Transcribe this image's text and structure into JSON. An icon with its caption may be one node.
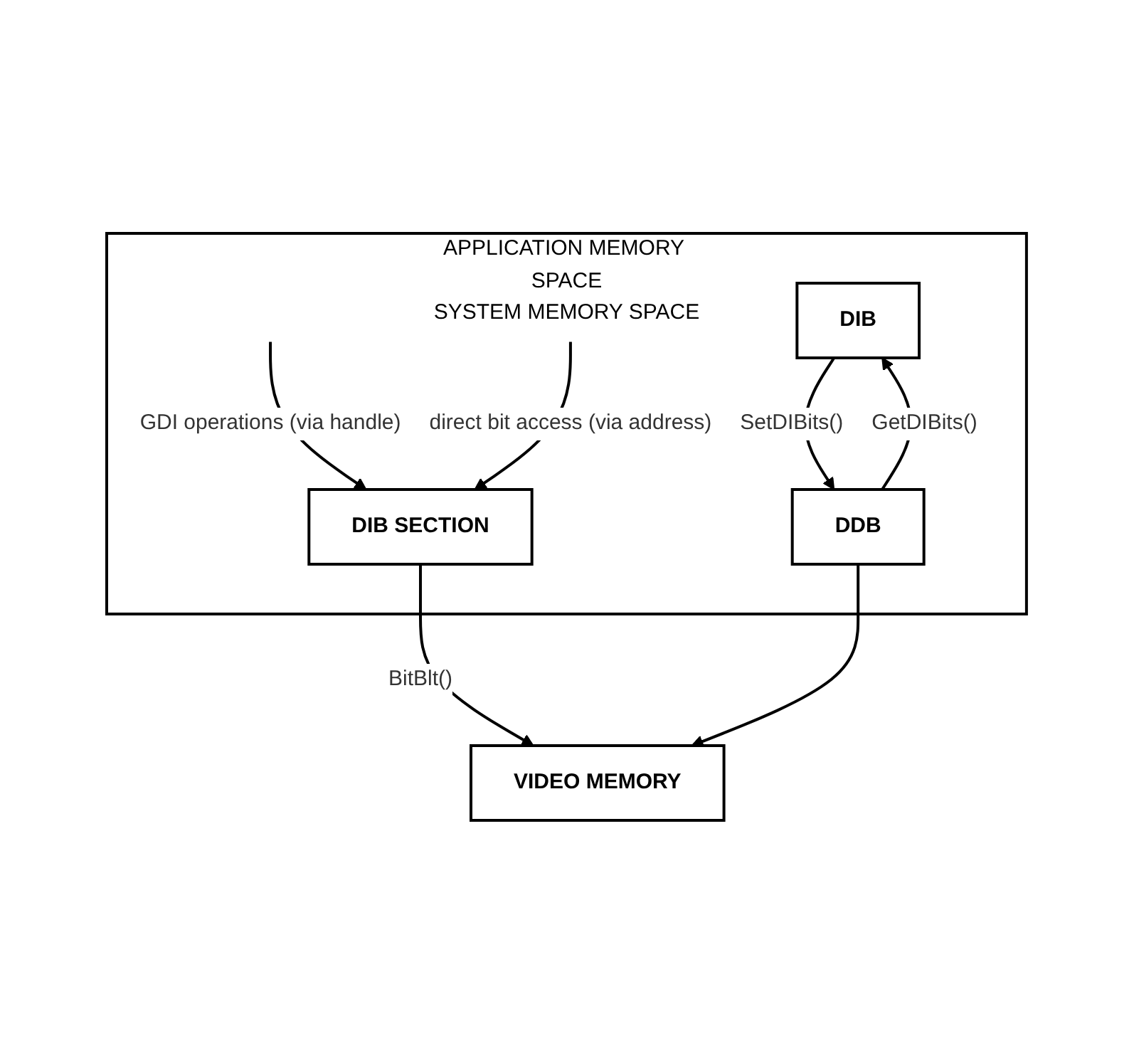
{
  "diagram": {
    "nodes": [
      {
        "text": [
          "APPLICATION MEMORY SPACE",
          "SYSTEM MEMORY SPACE"
        ]
      },
      {
        "text": [
          "DIB"
        ],
        "in": 0
      },
      {
        "text": [
          "DDB"
        ],
        "in": 0
      },
      {
        "text": [
          "DIB SECTION"
        ],
        "in": 0
      },
      {
        "text": [
          "VIDEO MEMORY"
        ]
      }
    ],
    "edges": [
      {
        "from": 2,
        "to": 1,
        "arrow": "to",
        "label": "GetDIBits()"
      },
      {
        "from": 1,
        "to": 2,
        "arrow": "to",
        "label": "SetDIBits()"
      },
      {
        "from": null,
        "to": 3,
        "arrow": "to",
        "label": "GDI operations (via handle)"
      },
      {
        "from": null,
        "to": 3,
        "arrow": "to",
        "label": "direct bit access (via address)"
      },
      {
        "from": 3,
        "to": 4,
        "arrow": "to",
        "label": "BitBlt()"
      },
      {
        "from": 2,
        "to": 4,
        "arrow": "to"
      }
    ]
  }
}
